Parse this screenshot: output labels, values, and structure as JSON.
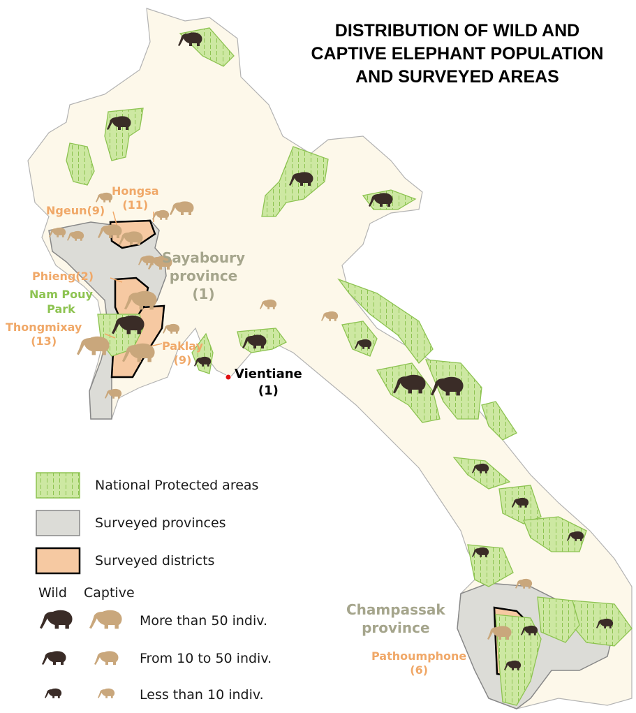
{
  "title_lines": [
    "DISTRIBUTION OF WILD AND",
    "CAPTIVE ELEPHANT POPULATION",
    "AND SURVEYED AREAS"
  ],
  "colors": {
    "country_fill": "#fdf8ea",
    "protected_fill": "#cde8a2",
    "protected_stroke": "#8dc351",
    "surveyed_province_fill": "#dcdcd7",
    "surveyed_district_fill": "#f6c9a2",
    "wild_elephant": "#3a2c27",
    "captive_elephant": "#c9a77c",
    "capital_dot": "#e01010",
    "label_orange": "#f0a868",
    "label_green": "#8dc351",
    "label_grey": "#a5a58c"
  },
  "labels": {
    "hongsa": [
      "Hongsa",
      "(11)"
    ],
    "ngeun": "Ngeun(9)",
    "sayaboury": [
      "Sayaboury",
      "province",
      "(1)"
    ],
    "phieng": "Phieng(2)",
    "nam_pouy": [
      "Nam Pouy",
      "Park"
    ],
    "thongmixay": [
      "Thongmixay",
      "(13)"
    ],
    "paklay": [
      "Paklay",
      "(9)"
    ],
    "vientiane": [
      "Vientiane",
      "(1)"
    ],
    "champassak": [
      "Champassak",
      "province"
    ],
    "pathoumphone": [
      "Pathoumphone",
      "(6)"
    ]
  },
  "legend": {
    "areas": [
      "National Protected areas",
      "Surveyed provinces",
      "Surveyed districts"
    ],
    "wild_heading": "Wild",
    "captive_heading": "Captive",
    "sizes": [
      "More than 50 indiv.",
      "From 10 to 50 indiv.",
      "Less than 10 indiv."
    ]
  },
  "elephant_markers": [
    {
      "type": "wild",
      "size": "medium"
    },
    {
      "type": "wild",
      "size": "medium"
    },
    {
      "type": "wild",
      "size": "medium"
    },
    {
      "type": "wild",
      "size": "medium"
    },
    {
      "type": "captive",
      "size": "small"
    },
    {
      "type": "captive",
      "size": "medium"
    },
    {
      "type": "captive",
      "size": "small"
    },
    {
      "type": "captive",
      "size": "small"
    },
    {
      "type": "captive",
      "size": "small"
    },
    {
      "type": "captive",
      "size": "medium"
    },
    {
      "type": "captive",
      "size": "medium"
    },
    {
      "type": "captive",
      "size": "small"
    },
    {
      "type": "captive",
      "size": "large"
    },
    {
      "type": "wild",
      "size": "large"
    },
    {
      "type": "captive",
      "size": "large"
    },
    {
      "type": "captive",
      "size": "large"
    },
    {
      "type": "captive",
      "size": "small"
    },
    {
      "type": "captive",
      "size": "small"
    },
    {
      "type": "captive",
      "size": "small"
    },
    {
      "type": "captive",
      "size": "medium"
    },
    {
      "type": "wild",
      "size": "small"
    },
    {
      "type": "wild",
      "size": "medium"
    },
    {
      "type": "wild",
      "size": "small"
    },
    {
      "type": "wild",
      "size": "large"
    },
    {
      "type": "wild",
      "size": "large"
    },
    {
      "type": "wild",
      "size": "small"
    },
    {
      "type": "wild",
      "size": "small"
    },
    {
      "type": "wild",
      "size": "small"
    },
    {
      "type": "wild",
      "size": "small"
    },
    {
      "type": "captive",
      "size": "small"
    },
    {
      "type": "wild",
      "size": "small"
    },
    {
      "type": "captive",
      "size": "medium"
    },
    {
      "type": "wild",
      "size": "small"
    },
    {
      "type": "wild",
      "size": "small"
    },
    {
      "type": "captive",
      "size": "small"
    }
  ]
}
